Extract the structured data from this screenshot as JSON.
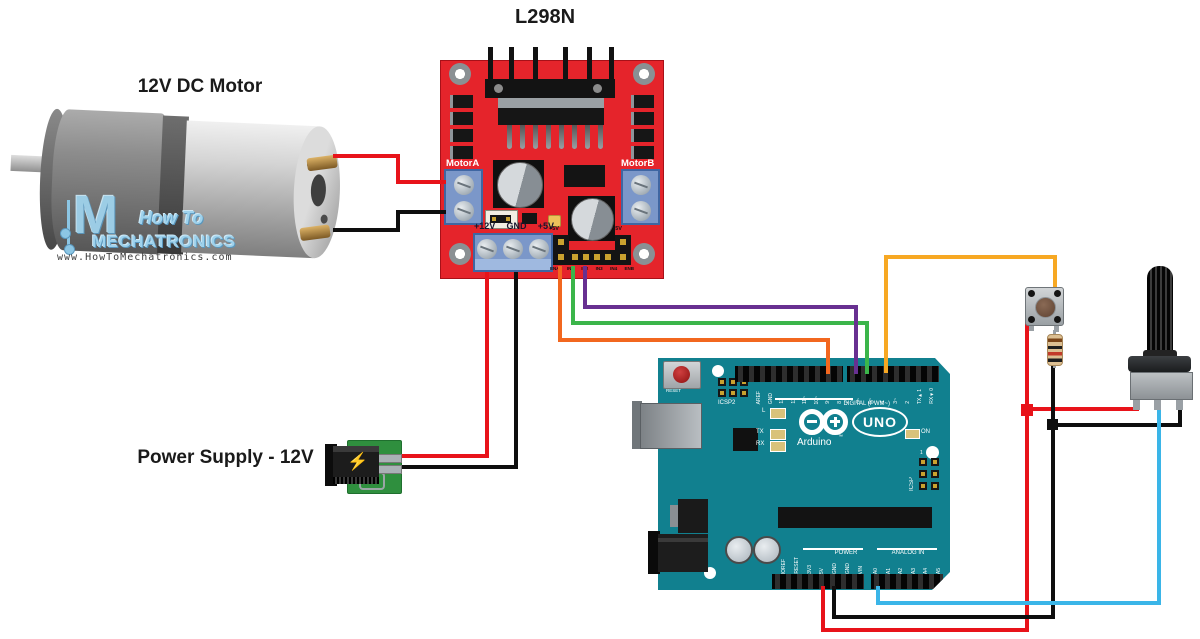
{
  "labels": {
    "l298n_title": "L298N",
    "motor": "12V DC Motor",
    "power_supply": "Power Supply - 12V"
  },
  "watermark": {
    "logo_letter": "M",
    "line1": "How To",
    "line2": "MECHATRONICS",
    "url": "www.HowToMechatronics.com"
  },
  "l298n_board": {
    "motor_a": "MotorA",
    "motor_b": "MotorB",
    "power_terminal_labels": [
      "+12V",
      "GND",
      "+5V"
    ],
    "enable_5v_left": "+5V",
    "enable_5v_right": "+5V",
    "signal_pin_labels": [
      "ENA",
      "IN1",
      "IN2",
      "IN3",
      "IN4",
      "ENB"
    ]
  },
  "arduino": {
    "reset_label": "RESET",
    "icsp2_label": "ICSP2",
    "digital_section_label": "DIGITAL (PWM~)",
    "digital_pins_left": [
      "AREF",
      "GND",
      "13",
      "12",
      "11~",
      "10~",
      "9~",
      "8"
    ],
    "digital_pins_right": [
      "7",
      "6~",
      "5~",
      "4",
      "3~",
      "2",
      "TX►1",
      "RX◄0"
    ],
    "led_l": "L",
    "led_tx": "TX",
    "led_rx": "RX",
    "led_on": "ON",
    "brand": "Arduino",
    "trademark": "™",
    "model": "UNO",
    "icsp_label": "ICSP",
    "icsp_pin1": "1",
    "power_section_label": "POWER",
    "power_pins": [
      "IOREF",
      "RESET",
      "3V3",
      "5V",
      "GND",
      "GND",
      "VIN"
    ],
    "analog_section_label": "ANALOG IN",
    "analog_pins": [
      "A0",
      "A1",
      "A2",
      "A3",
      "A4",
      "A5"
    ]
  },
  "wires": {
    "colors": {
      "red": "#e8131a",
      "black": "#0e0e0e",
      "orange": "#f2671f",
      "yellow_orange": "#f7a823",
      "green": "#3bb54a",
      "purple": "#683091",
      "blue": "#3ab5e8"
    },
    "connections": [
      {
        "from": "DC motor terminal +",
        "to": "L298N MotorA",
        "color": "red"
      },
      {
        "from": "DC motor terminal -",
        "to": "L298N MotorA",
        "color": "black"
      },
      {
        "from": "Power supply +",
        "to": "L298N +12V",
        "color": "red"
      },
      {
        "from": "Power supply -",
        "to": "L298N GND",
        "color": "black"
      },
      {
        "from": "L298N ENA",
        "to": "Arduino D9",
        "color": "orange"
      },
      {
        "from": "L298N IN1",
        "to": "Arduino D6",
        "color": "green"
      },
      {
        "from": "L298N IN2",
        "to": "Arduino D7",
        "color": "purple"
      },
      {
        "from": "Arduino D4",
        "to": "Pushbutton",
        "color": "yellow_orange"
      },
      {
        "from": "Arduino 5V",
        "to": "Pushbutton / Potentiometer left pin",
        "color": "red"
      },
      {
        "from": "Arduino GND",
        "to": "Resistor / Potentiometer right pin",
        "color": "black"
      },
      {
        "from": "Arduino A0",
        "to": "Potentiometer wiper",
        "color": "blue"
      }
    ]
  },
  "board_colors": {
    "l298n_pcb": "#e5242b",
    "arduino_pcb": "#11808f",
    "power_supply_pcb": "#2f8f3e",
    "terminal_blue": "#7b97c9"
  }
}
